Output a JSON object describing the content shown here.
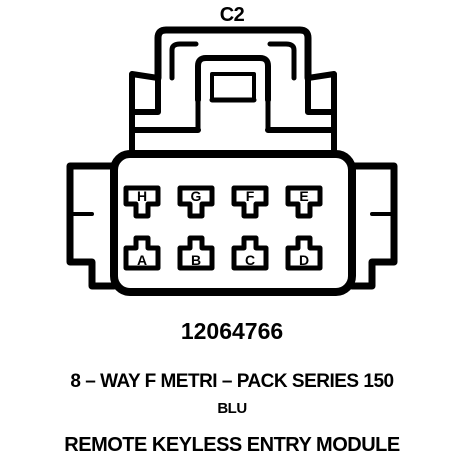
{
  "connector": {
    "title": "C2",
    "part_number": "12064766",
    "description": "8 – WAY F METRI – PACK SERIES 150",
    "color": "BLU",
    "module": "REMOTE KEYLESS ENTRY MODULE"
  },
  "pins": {
    "top_row": [
      "H",
      "G",
      "F",
      "E"
    ],
    "bottom_row": [
      "A",
      "B",
      "C",
      "D"
    ]
  },
  "colors": {
    "ink": "#000000",
    "paper": "#ffffff"
  }
}
